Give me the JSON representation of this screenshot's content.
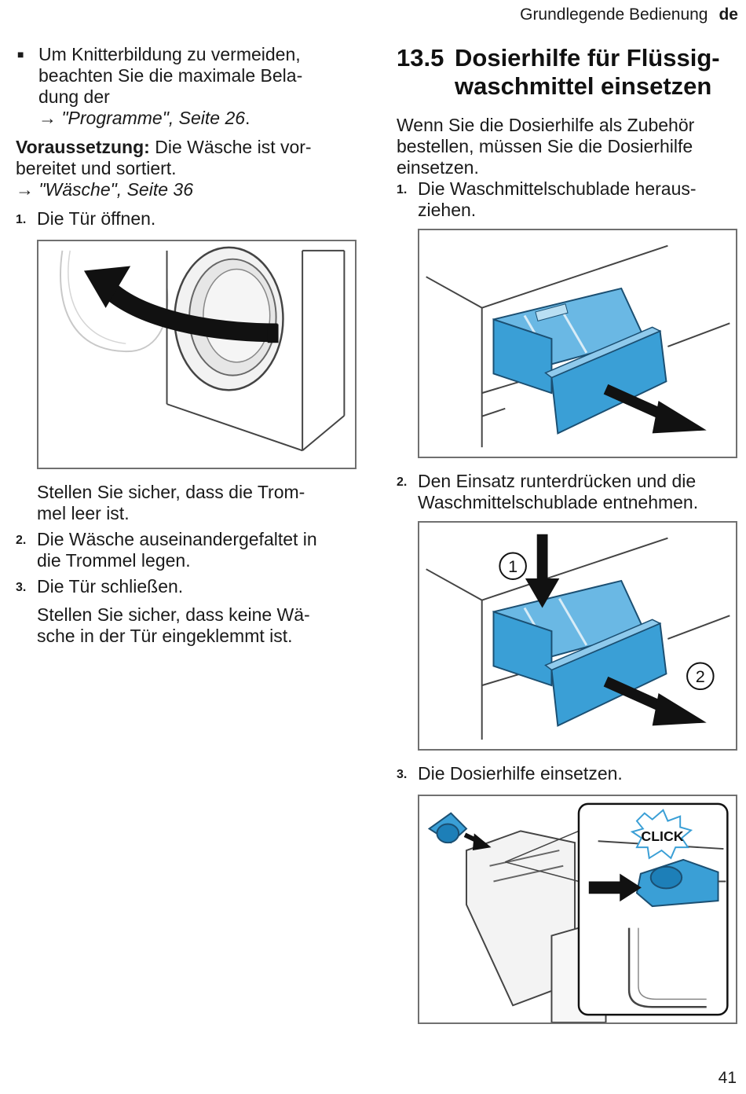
{
  "header": {
    "section": "Grundlegende Bedienung",
    "lang": "de"
  },
  "left": {
    "bullet_line1": "Um Knitterbildung zu vermeiden,",
    "bullet_line2": "beachten Sie die maximale Bela-",
    "bullet_line3": "dung der",
    "bullet_ref": "→ \"Programme\", Seite 26",
    "bullet_ref_end": ".",
    "prereq_label": "Voraussetzung:",
    "prereq_text1": " Die Wäsche ist vor-",
    "prereq_text2": "bereitet und sortiert.",
    "prereq_ref": "→ \"Wäsche\", Seite 36",
    "step1_num": "1.",
    "step1_text": "Die Tür öffnen.",
    "note1_line1": "Stellen Sie sicher, dass die Trom-",
    "note1_line2": "mel leer ist.",
    "step2_num": "2.",
    "step2_line1": "Die Wäsche auseinandergefaltet in",
    "step2_line2": "die Trommel legen.",
    "step3_num": "3.",
    "step3_text": "Die Tür schließen.",
    "note3_line1": "Stellen Sie sicher, dass keine Wä-",
    "note3_line2": "sche in der Tür eingeklemmt ist."
  },
  "right": {
    "section_number": "13.5",
    "title_line1": "Dosierhilfe für Flüssig-",
    "title_line2": "waschmittel einsetzen",
    "intro_line1": "Wenn Sie die Dosierhilfe als Zubehör",
    "intro_line2": "bestellen, müssen Sie die Dosierhilfe",
    "intro_line3": "einsetzen.",
    "step1_num": "1.",
    "step1_line1": "Die Waschmittelschublade heraus-",
    "step1_line2": "ziehen.",
    "step2_num": "2.",
    "step2_line1": "Den Einsatz runterdrücken und die",
    "step2_line2": "Waschmittelschublade entnehmen.",
    "callout1": "1",
    "callout2": "2",
    "step3_num": "3.",
    "step3_text": "Die Dosierhilfe einsetzen.",
    "click_label": "CLICK"
  },
  "page_number": "41",
  "colors": {
    "accent_blue": "#3a9fd6",
    "dark_blue": "#1d7fb8",
    "border": "#707070"
  }
}
